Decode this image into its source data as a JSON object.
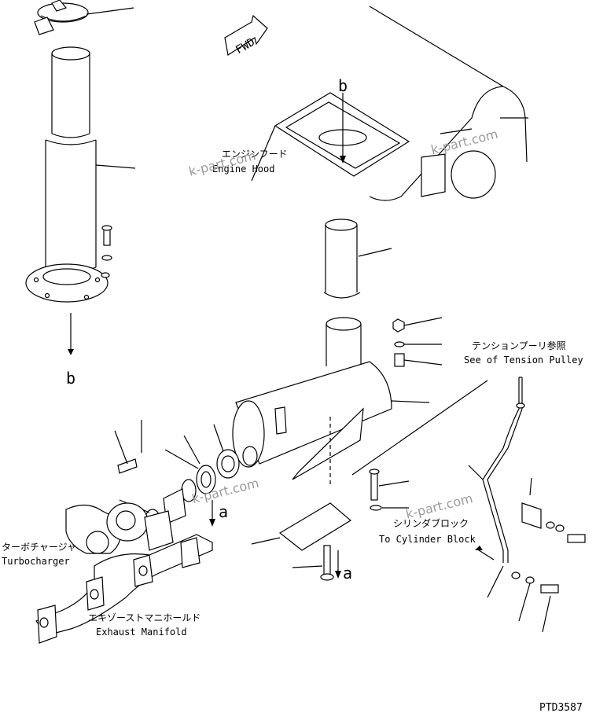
{
  "labels": {
    "fwd": "FWD",
    "b_top": "b",
    "b_left": "b",
    "a_right": "a",
    "a_bottom": "a",
    "engine_hood_jp": "エンジンフード",
    "engine_hood_en": "Engine Hood",
    "tension_pulley_jp": "テンションプーリ参照",
    "tension_pulley_en": "See of Tension Pulley",
    "cylinder_block_jp": "シリンダブロック",
    "cylinder_block_en": "To Cylinder Block",
    "turbocharger_jp": "ターボチャージャ",
    "turbocharger_en": "Turbocharger",
    "exhaust_manifold_jp": "エキゾーストマニホールド",
    "exhaust_manifold_en": "Exhaust Manifold",
    "drawing_id": "PTD3587"
  },
  "watermarks": [
    "k-part.com",
    "k-part.com",
    "k-part.com",
    "k-part.com"
  ]
}
